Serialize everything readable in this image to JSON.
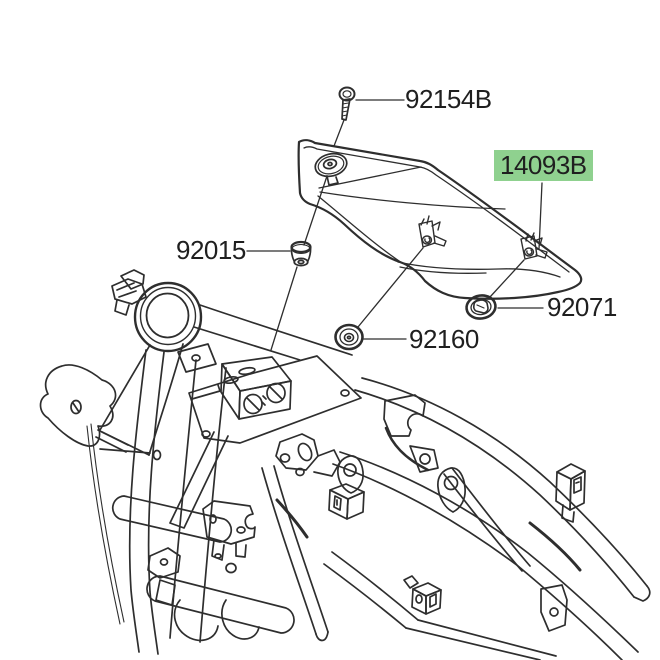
{
  "diagram": {
    "type": "exploded-parts-diagram",
    "background_color": "#ffffff",
    "line_color": "#2e2e2e",
    "highlight_color": "#8fd18f",
    "callouts": [
      {
        "part_number": "92154B",
        "part_icon": "screw-icon",
        "highlighted": false
      },
      {
        "part_number": "14093B",
        "part_icon": "side-cover-icon",
        "highlighted": true
      },
      {
        "part_number": "92015",
        "part_icon": "bushing-icon",
        "highlighted": false
      },
      {
        "part_number": "92071",
        "part_icon": "grommet-icon",
        "highlighted": false
      },
      {
        "part_number": "92160",
        "part_icon": "grommet-icon",
        "highlighted": false
      }
    ]
  }
}
